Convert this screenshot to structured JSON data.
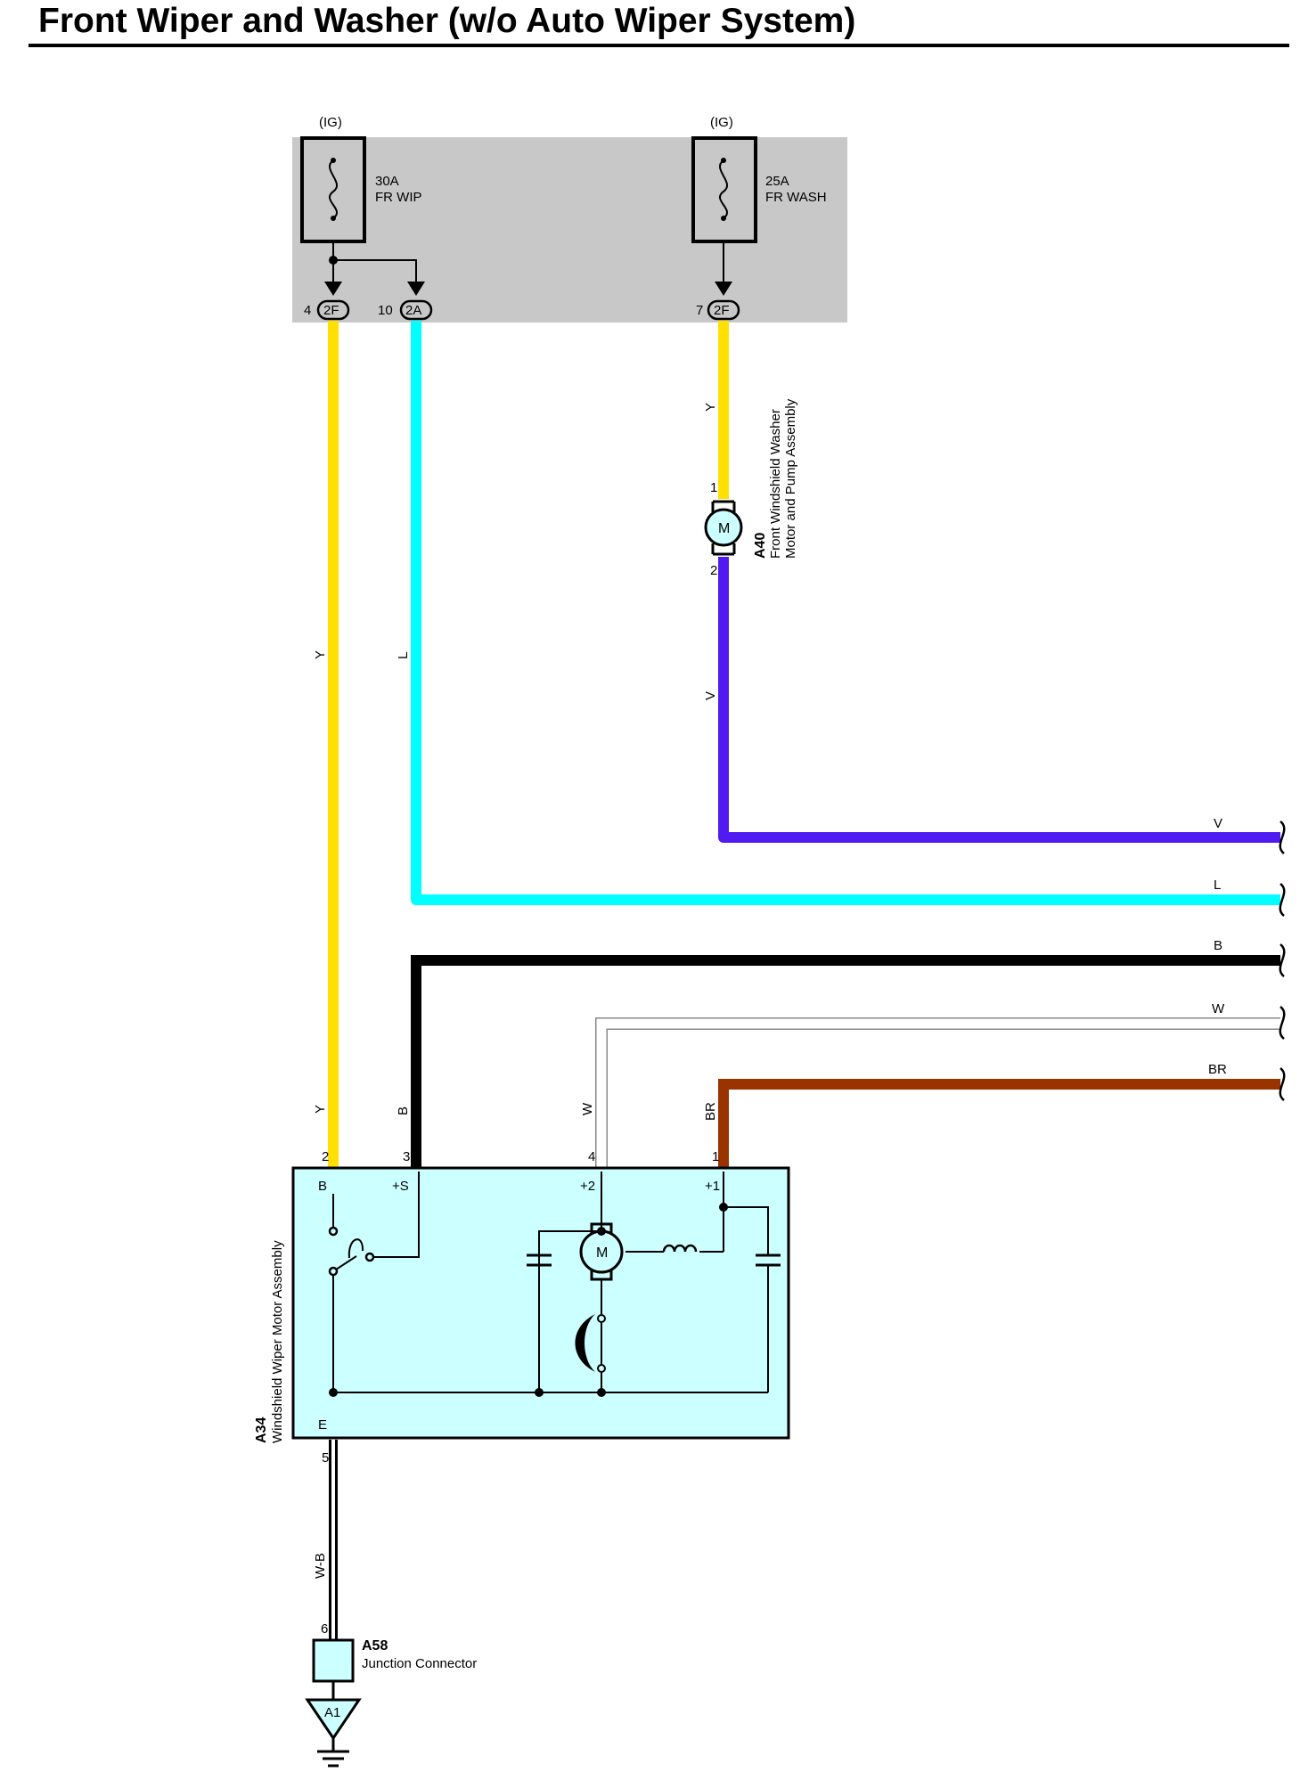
{
  "title": "Front Wiper and Washer (w/o Auto Wiper System)",
  "colors": {
    "yellow": "#FFE000",
    "cyan": "#00FFFF",
    "violet": "#4F1BF0",
    "black": "#000000",
    "white": "#FFFFFF",
    "brown": "#993300",
    "fuse_box": "#C8C8C8",
    "component_fill": "#CCFFFF"
  },
  "fuses": [
    {
      "supply": "(IG)",
      "rating": "30A",
      "name": "FR WIP"
    },
    {
      "supply": "(IG)",
      "rating": "25A",
      "name": "FR WASH"
    }
  ],
  "junction_pins": [
    {
      "pin": "4",
      "connector": "2F"
    },
    {
      "pin": "10",
      "connector": "2A"
    },
    {
      "pin": "7",
      "connector": "2F"
    }
  ],
  "washer_motor": {
    "code": "A40",
    "name_line1": "Front Windshield Washer",
    "name_line2": "Motor and Pump Assembly",
    "symbol": "M",
    "pin_in": "1",
    "pin_out": "2"
  },
  "wiper_motor": {
    "code": "A34",
    "name": "Windshield Wiper Motor Assembly",
    "symbol": "M",
    "pins": [
      {
        "num": "2",
        "label": "B"
      },
      {
        "num": "3",
        "label": "+S"
      },
      {
        "num": "4",
        "label": "+2"
      },
      {
        "num": "1",
        "label": "+1"
      },
      {
        "num": "5",
        "label": "E"
      }
    ]
  },
  "wire_labels": {
    "y_washer": "Y",
    "y_main_upper": "Y",
    "l_main": "L",
    "v_washer": "V",
    "y_main_lower": "Y",
    "b_down": "B",
    "w_down": "W",
    "br_down": "BR",
    "wb_ground": "W-B"
  },
  "right_wires": [
    {
      "label": "V",
      "color_key": "violet"
    },
    {
      "label": "L",
      "color_key": "cyan"
    },
    {
      "label": "B",
      "color_key": "black"
    },
    {
      "label": "W",
      "color_key": "white"
    },
    {
      "label": "BR",
      "color_key": "brown"
    }
  ],
  "junction_connector": {
    "code": "A58",
    "name": "Junction Connector",
    "pin": "6"
  },
  "ground": {
    "code": "A1"
  }
}
